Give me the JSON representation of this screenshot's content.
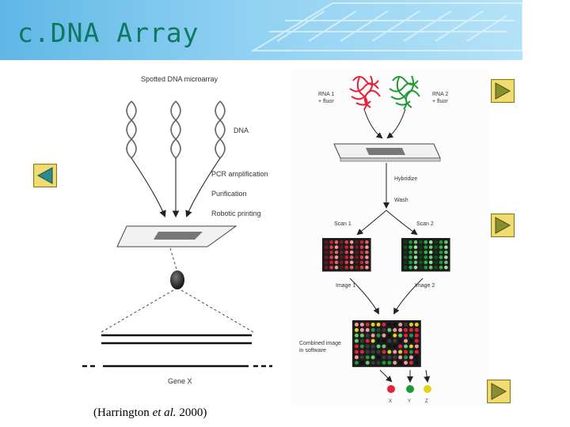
{
  "title": "c.DNA Array",
  "left_diagram": {
    "heading": "Spotted DNA microarray",
    "dna_label": "DNA",
    "steps": [
      "PCR amplification",
      "Purification",
      "Robotic printing"
    ],
    "gene_label": "Gene X"
  },
  "right_diagram": {
    "rna1": [
      "RNA 1",
      "+ fluor"
    ],
    "rna2": [
      "RNA 2",
      "+ fluor"
    ],
    "hybridize": "Hybridize",
    "wash": "Wash",
    "scan1": "Scan 1",
    "scan2": "Scan 2",
    "image1": "Image 1",
    "image2": "Image 2",
    "combined": [
      "Combined image",
      "in software"
    ],
    "genes": [
      "X",
      "Y",
      "Z"
    ]
  },
  "citation": {
    "prefix": "(Harrington ",
    "italic": "et al.",
    "suffix": " 2000)"
  },
  "colors": {
    "red": "#e8203a",
    "green": "#1f9a36",
    "yellow": "#e6d21a",
    "accent": "#0c7a60"
  }
}
